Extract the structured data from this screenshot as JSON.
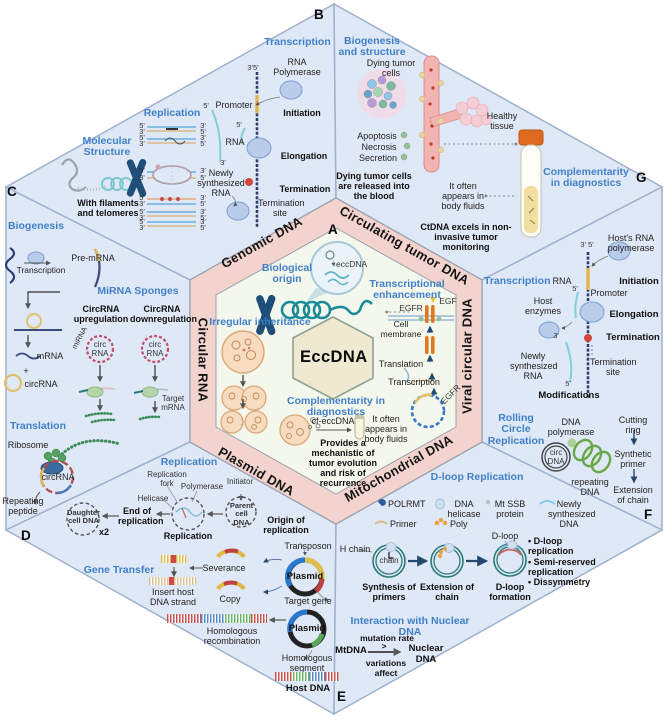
{
  "colors": {
    "accent_blue": "#4080c8",
    "ring_pink": "#f2d3cd",
    "section_blue": "#dfe8f6",
    "inner_pale": "#f4f8ec",
    "hex_beige": "#efe9d2",
    "orange": "#e07820",
    "navy": "#1f4e79"
  },
  "letters": {
    "a": "A",
    "b": "B",
    "c": "C",
    "d": "D",
    "e": "E",
    "f": "F",
    "g": "G"
  },
  "ring": {
    "genomic": "Genomic DNA",
    "ctdna": "Circulating tumor DNA",
    "viral": "Viral circular DNA",
    "mito": "Mitochondrial DNA",
    "plasmid": "Plasmid DNA",
    "circrna": "Circular RNA"
  },
  "center": {
    "eccdna": "EccDNA",
    "biological_origin": "Biological origin",
    "eccdna_small": "eccDNA",
    "irregular": "Irregular inheritance",
    "trans_enh": "Transcriptional enhancement",
    "egf": "EGF",
    "egfr": "EGFR",
    "cell_membrane": "Cell membrane",
    "translation": "Translation",
    "transcription": "Transcription",
    "egfr_ring": "EGFR",
    "complementarity": "Complementarity in diagnostics",
    "cf_eccdna": "cf-eccDNA",
    "body_fluids": "It often appears in body fluids",
    "provides": "Provides a mechanistic  of tumor evolution and risk of recurrence"
  },
  "genomic": {
    "transcription": {
      "title": "Transcription",
      "rna_polymerase": "RNA Polymerase",
      "ends": "3'5'",
      "promoter": "Promoter",
      "five_a": "5'",
      "initiation": "Initiation",
      "five_b": "5'",
      "rna": "RNA",
      "elongation": "Elongation",
      "three": "3'",
      "newly": "Newly synthesized RNA",
      "termination": "Termination",
      "termination_site": "Termination site"
    },
    "replication": {
      "title": "Replication",
      "l": [
        "5'",
        "3'"
      ],
      "r": [
        "3'",
        "5'"
      ]
    },
    "molecular": {
      "title": "Molecular Structure",
      "caption": "With filaments and telomeres"
    }
  },
  "ctdna": {
    "biogenesis_title": "Biogenesis and structure",
    "dying": "Dying tumor cells",
    "healthy": "Healthy tissue",
    "apoptosis": "Apoptosis",
    "necrosis": "Necrosis",
    "secretion": "Secretion",
    "released": "Dying tumor cells are released into the blood",
    "body_fluids": "It often appears in body fluids",
    "comp_title": "Complementarity in diagnostics",
    "excels": "CtDNA excels in non-invasive tumor monitoring"
  },
  "circrna": {
    "biogenesis_title": "Biogenesis",
    "transcription": "Transcription",
    "pre_mrna": "Pre-mRNA",
    "sponges_title": "MiRNA Sponges",
    "up": "CircRNA upregulation",
    "down": "CircRNA downregulation",
    "mirna": "miRNA",
    "circ_rna": "circ RNA",
    "mrna": "mRNA",
    "plus": "+",
    "circrna": "circRNA",
    "target": "Target mRNA",
    "translation_title": "Translation",
    "ribosome": "Ribosome",
    "circrna2": "circRNA",
    "repeating": "Repeating peptide"
  },
  "plasmid": {
    "replication_title": "Replication",
    "fork": "Replication fork",
    "polymerase": "Polymerase",
    "initiator": "Initiator",
    "helicase": "Helicase",
    "parent": "Parent cell DNA",
    "origin": "Origin of replication",
    "end": "End of replication",
    "daughter": "Daughter cell DNA",
    "x2": "x2",
    "replication_label": "Replication",
    "gene_title": "Gene Transfer",
    "severance": "Severance",
    "copy": "Copy",
    "insert": "Insert host DNA strand",
    "homologous_recombination": "Homologous recombination",
    "transposon": "Transposon",
    "plasmid1": "Plasmid",
    "target_gene": "Target gene",
    "plasmid2": "Plasmid",
    "homologous_segment": "Homologous segment",
    "host_dna": "Host DNA"
  },
  "mito": {
    "dloop_title": "D-loop Replication",
    "legend": {
      "polrmt": "POLRMT",
      "helicase": "DNA helicase",
      "mtssb": "Mt SSB protein",
      "newly": "Newly synthesized DNA",
      "primer": "Primer",
      "poly": "Poly"
    },
    "h_chain": "H chain",
    "chain": "chain",
    "synthesis": "Synthesis of primers",
    "extension": "Extension of chain",
    "dloop": "D-loop",
    "dloop_formation": "D-loop formation",
    "bullets": [
      "D-loop replication",
      "Semi-reserved replication",
      "Dissymmetry"
    ],
    "interaction_title": "Interaction with Nuclear DNA",
    "mtdna": "MtDNA",
    "mutation_rate": "mutation rate",
    "gt": ">",
    "nuclear": "Nuclear DNA",
    "variations": "variations affect"
  },
  "viral": {
    "host_pol": "Host's RNA polymerase",
    "ends": "3' 5'",
    "transcription_title": "Transcription",
    "rna": "RNA",
    "five_a": "5'",
    "promoter": "Promoter",
    "initiation": "Initiation",
    "host_enzymes": "Host enzymes",
    "elongation": "Elongation",
    "termination": "Termination",
    "three": "3'",
    "newly": "Newly synthesized RNA",
    "termination_site": "Termination site",
    "five_b": "5'",
    "modifications": "Modifications",
    "rolling_title": "Rolling Circle Replication",
    "dna_polymerase": "DNA polymerase",
    "cutting": "Cutting ring",
    "circ_dna": "circ DNA",
    "repeating_dna": "repeating DNA",
    "synthetic": "Synthetic primer",
    "extension": "Extension of chain"
  }
}
